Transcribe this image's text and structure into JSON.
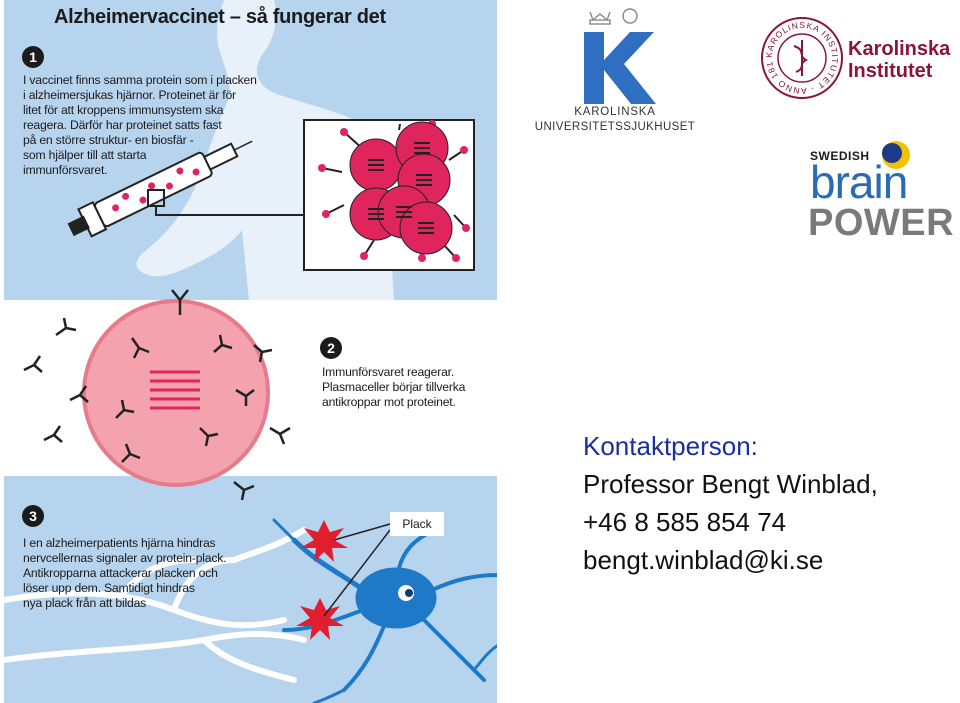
{
  "infographic": {
    "title": "Alzheimervaccinet – så fungerar det",
    "steps": [
      {
        "number": "1",
        "lines": [
          "I vaccinet finns samma protein som i placken",
          "i alzheimersjukas hjärnor. Proteinet är för",
          "litet för att kroppens immunsystem ska",
          "reagera. Därför har proteinet satts fast",
          "på en större struktur- en biosfär -",
          "som hjälper till att starta",
          "immunförsvaret."
        ]
      },
      {
        "number": "2",
        "lines": [
          "Immunförsvaret reagerar.",
          "Plasmaceller börjar tillverka",
          "antikroppar mot proteinet."
        ]
      },
      {
        "number": "3",
        "lines": [
          "I en alzheimerpatients hjärna hindras",
          "nervcellernas signaler av protein-plack.",
          "Antikropparna attackerar placken och",
          "löser upp dem. Samtidigt hindras",
          "nya plack från att bildas"
        ]
      }
    ],
    "plack_label": "Plack"
  },
  "logos": {
    "karolinska_universitetssjukhuset": {
      "line1": "KAROLINSKA",
      "line2": "UNIVERSITETSSJUKHUSET",
      "color": "#2e6fc2"
    },
    "karolinska_institutet": {
      "name_line1": "Karolinska",
      "name_line2": "Institutet",
      "seal_text": "KAROLINSKA INSTITUTET · ANNO 1810 ·",
      "color": "#8a1538"
    },
    "swedish_brain_power": {
      "swedish": "SWEDISH",
      "brain": "brain",
      "power": "POWER"
    }
  },
  "contact": {
    "label": "Kontaktperson:",
    "name": "Professor Bengt Winblad,",
    "phone": "+46 8 585 854 74",
    "email": "bengt.winblad@ki.se"
  },
  "colors": {
    "panel_bg": "#b7d4ef",
    "accent_pink": "#e0245e",
    "accent_blue": "#1e79c8",
    "contact_label": "#1a2f9e"
  }
}
